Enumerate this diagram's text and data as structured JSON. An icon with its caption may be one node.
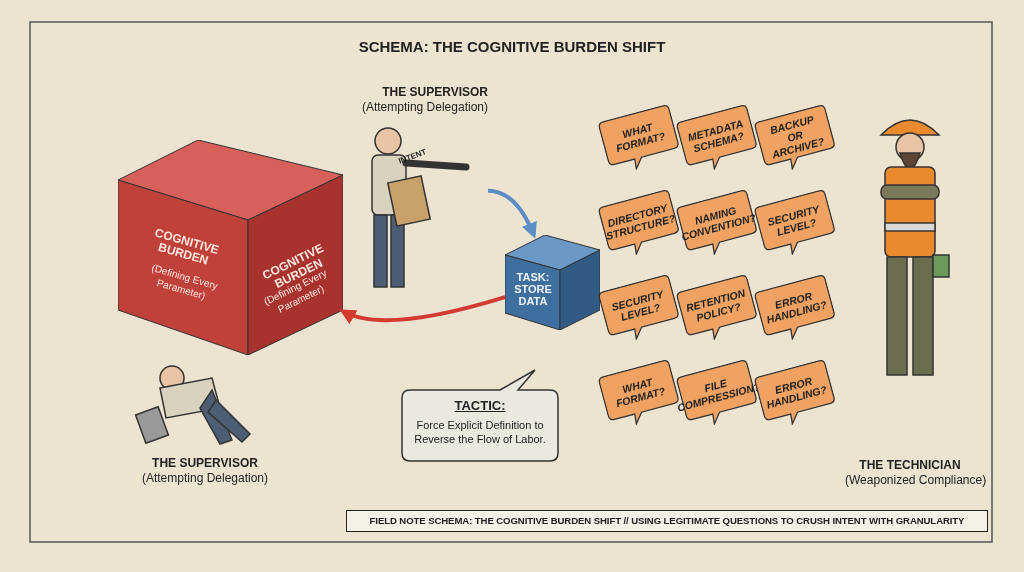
{
  "diagram": {
    "title": "SCHEMA: THE COGNITIVE BURDEN SHIFT",
    "nodes": [
      {
        "text": [
          "THE SUPERVISOR",
          "(Attempting Delegation)"
        ]
      },
      {
        "text": [
          "COGNITIVE BURDEN",
          "(Defining Every Parameter)",
          "COGNITIVE BURDEN",
          "(Defining Every Parameter)"
        ]
      },
      {
        "text": [
          "TASK: STORE DATA"
        ]
      },
      {
        "text": [
          "THE SUPERVISOR",
          "(Attempting Delegation)"
        ]
      },
      {
        "text": [
          "THE TECHNICIAN",
          "(Weaponized Compliance)"
        ]
      },
      {
        "text": [
          "WHAT FORMAT?"
        ]
      },
      {
        "text": [
          "METADATA SCHEMA?"
        ]
      },
      {
        "text": [
          "BACKUP OR ARCHIVE?"
        ]
      },
      {
        "text": [
          "DIRECTORY STRUCTURE?"
        ]
      },
      {
        "text": [
          "NAMING CONVENTION?"
        ]
      },
      {
        "text": [
          "SECURITY LEVEL?"
        ]
      },
      {
        "text": [
          "SECURITY LEVEL?"
        ]
      },
      {
        "text": [
          "RETENTION POLICY?"
        ]
      },
      {
        "text": [
          "ERROR HANDLING?"
        ]
      },
      {
        "text": [
          "WHAT FORMAT?"
        ]
      },
      {
        "text": [
          "FILE COMPRESSION?"
        ]
      },
      {
        "text": [
          "ERROR HANDLING?"
        ]
      },
      {
        "text": [
          "TACTIC:",
          "Force Explicit Definition to Reverse the Flow of Labor."
        ]
      },
      {
        "text": [
          "FIELD NOTE SCHEMA: THE COGNITIVE BURDEN SHIFT // USING LEGITIMATE QUESTIONS TO CRUSH INTENT WITH GRANULARITY"
        ]
      }
    ],
    "edges": [
      {
        "from": 0,
        "to": 2,
        "arrow": "to",
        "color": "#5b8ec4"
      },
      {
        "from": 2,
        "to": 1,
        "arrow": "to",
        "color": "#d23a32"
      }
    ],
    "labels": [
      "INTENT"
    ]
  }
}
